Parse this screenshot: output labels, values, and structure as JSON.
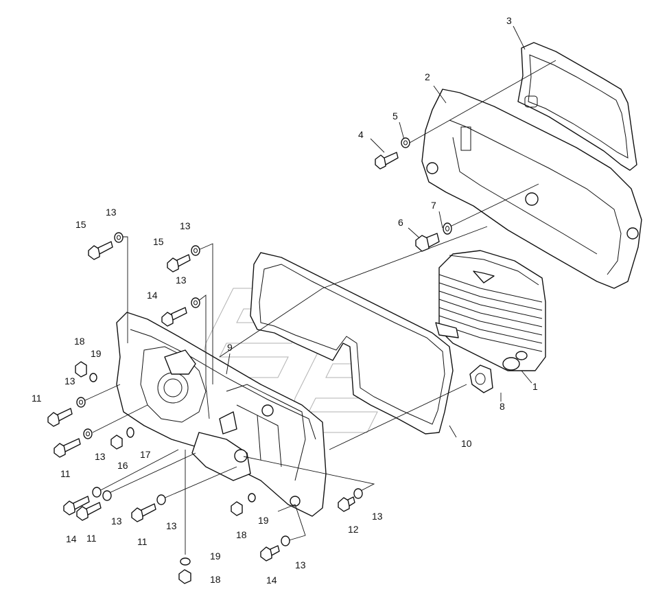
{
  "callouts": {
    "c1": "1",
    "c2": "2",
    "c3": "3",
    "c4": "4",
    "c5": "5",
    "c6": "6",
    "c7": "7",
    "c8": "8",
    "c9": "9",
    "c10": "10",
    "c11a": "11",
    "c11b": "11",
    "c11c": "11",
    "c11d": "11",
    "c12": "12",
    "c13a": "13",
    "c13b": "13",
    "c13c": "13",
    "c13d": "13",
    "c13e": "13",
    "c13f": "13",
    "c13g": "13",
    "c13h": "13",
    "c13i": "13",
    "c14a": "14",
    "c14b": "14",
    "c14c": "14",
    "c15a": "15",
    "c15b": "15",
    "c16": "16",
    "c17": "17",
    "c18a": "18",
    "c18b": "18",
    "c18c": "18",
    "c19a": "19",
    "c19b": "19",
    "c19c": "19"
  }
}
